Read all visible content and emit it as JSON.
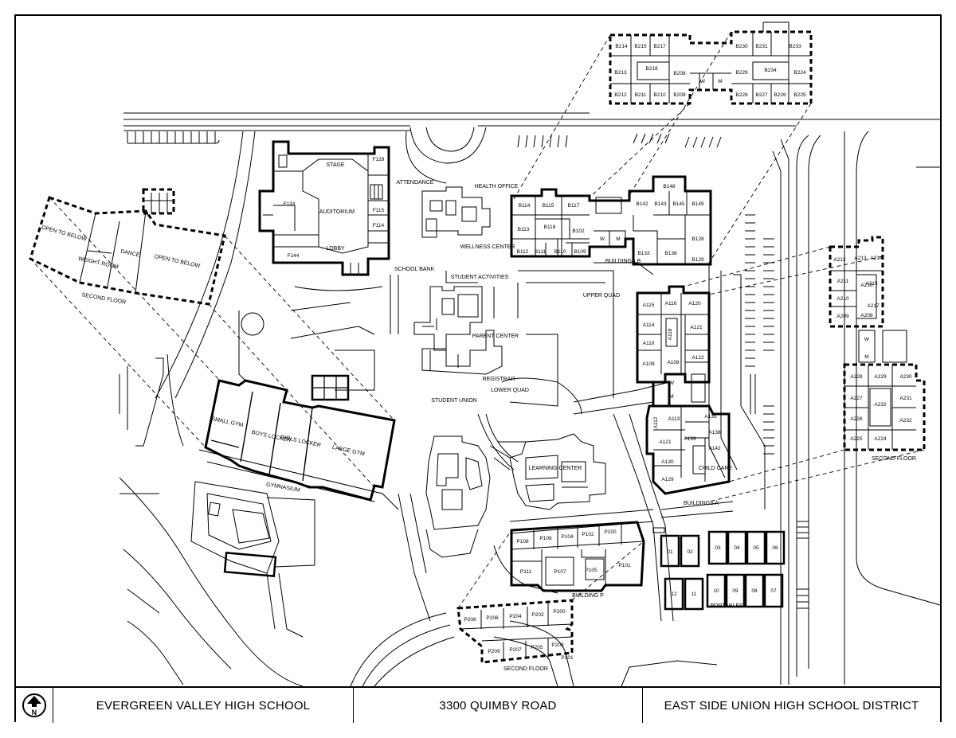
{
  "footer": {
    "north_symbol": "N",
    "school": "EVERGREEN VALLEY HIGH SCHOOL",
    "address": "3300 QUIMBY ROAD",
    "district": "EAST SIDE UNION HIGH SCHOOL DISTRICT"
  },
  "labels": {
    "stage": "STAGE",
    "auditorium": "AUDITORIUM",
    "lobby": "LOBBY",
    "attendance": "ATTENDANCE",
    "health_office": "HEALTH OFFICE",
    "wellness_center": "WELLNESS CENTER",
    "school_bank": "SCHOOL BANK",
    "student_activities": "STUDENT ACTIVITIES",
    "parent_center": "PARENT CENTER",
    "registrar": "REGISTRAR",
    "student_union": "STUDENT UNION",
    "lower_quad": "LOWER QUAD",
    "upper_quad": "UPPER QUAD",
    "learning_center": "LEARNING CENTER",
    "buildings_b": "BUILDINGS B",
    "buildings_a": "BUILDINGS A",
    "building_p": "BUILDING P",
    "portables": "PORTABLES",
    "gymnasium": "GYMNASIUM",
    "small_gym": "SMALL GYM",
    "boys_locker": "BOYS LOCKER",
    "girls_locker": "GIRLS LOCKER",
    "large_gym": "LARGE GYM",
    "open_to_below_1": "OPEN TO BELOW",
    "weight_room": "WEIGHT ROOM",
    "dance": "DANCE",
    "open_to_below_2": "OPEN TO BELOW",
    "second_floor_gym": "SECOND FLOOR",
    "second_floor_a": "SECOND FLOOR",
    "second_floor_p": "SECOND FLOOR",
    "child_care": "CHILD CARE"
  },
  "rooms": {
    "f": [
      "F128",
      "F133",
      "F115",
      "F114",
      "F144"
    ],
    "b_ground": [
      "B114",
      "B115",
      "B117",
      "B113",
      "B118",
      "B102",
      "B112",
      "B111",
      "B110",
      "B109",
      "B148",
      "B142",
      "B143",
      "B145",
      "B149",
      "B128",
      "B133",
      "B138",
      "B129"
    ],
    "b_upper": [
      "B214",
      "B215",
      "B217",
      "B213",
      "B218",
      "B208",
      "B212",
      "B211",
      "B210",
      "B209",
      "B230",
      "B231",
      "B233",
      "B229",
      "B234",
      "B224",
      "B228",
      "B227",
      "B226",
      "B225"
    ],
    "a_ground": [
      "A115",
      "A116",
      "A120",
      "A114",
      "A118",
      "A121",
      "A110",
      "A109",
      "A108",
      "A122",
      "A112",
      "A113",
      "A135",
      "A121",
      "A139",
      "A138",
      "A130",
      "A142",
      "A129"
    ],
    "a_upper": [
      "A212",
      "A213",
      "A214",
      "A211",
      "A218",
      "A215",
      "A210",
      "A217",
      "A209",
      "A208",
      "A228",
      "A229",
      "A230",
      "A227",
      "A232",
      "A231",
      "A226",
      "A225",
      "A224",
      "A232"
    ],
    "p_ground": [
      "P108",
      "P106",
      "P104",
      "P102",
      "P100",
      "P111",
      "P107",
      "P105",
      "P101"
    ],
    "p_upper": [
      "P208",
      "P206",
      "P204",
      "P202",
      "P200",
      "P209",
      "P207",
      "P205",
      "P203",
      "P201"
    ],
    "portables": [
      "01",
      "02",
      "03",
      "04",
      "05",
      "06",
      "12",
      "11",
      "10",
      "09",
      "08",
      "07"
    ],
    "restrooms": [
      "W",
      "M"
    ]
  }
}
